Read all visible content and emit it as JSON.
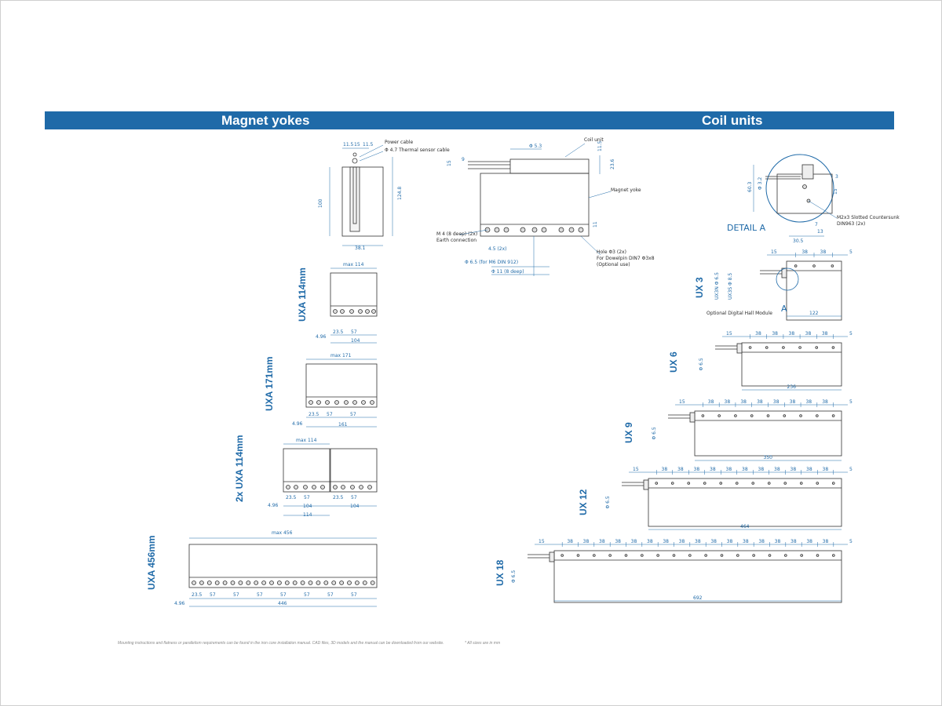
{
  "header": {
    "left_title": "Magnet yokes",
    "right_title": "Coil units"
  },
  "colors": {
    "accent": "#1f6aa8",
    "outline": "#333333"
  },
  "magnet_yokes": {
    "top_view": {
      "callouts": [
        "Power cable",
        "Φ 4.7 Thermal sensor cable"
      ],
      "dims": [
        "11.5",
        "15",
        "11.5",
        "100",
        "124.8",
        "38.1"
      ]
    },
    "side_view": {
      "callouts": [
        "Coil unit",
        "Magnet yoke",
        "M 4 (8 deep) (2x)",
        "Earth connection",
        "Hole Φ3 (2x)",
        "For Dowelpin DIN7 Φ3x8",
        "(Optional use)"
      ],
      "dims": [
        "Φ 5.3",
        "11.5",
        "23.6",
        "9",
        "15",
        "11",
        "4.5 (2x)",
        "Φ 6.5 (for M6 DIN 912)",
        "Φ 11 (8 deep)"
      ]
    },
    "variants": [
      {
        "label": "UXA 114mm",
        "max": "max 114",
        "dims": [
          "4.96",
          "23.5",
          "57",
          "104"
        ]
      },
      {
        "label": "UXA 171mm",
        "max": "max 171",
        "dims": [
          "4.96",
          "23.5",
          "57",
          "57",
          "161"
        ]
      },
      {
        "label": "2x UXA 114mm",
        "max": "max 114",
        "dims": [
          "4.96",
          "23.5",
          "57",
          "104",
          "23.5",
          "57",
          "104",
          "114"
        ]
      },
      {
        "label": "UXA 456mm",
        "max": "max 456",
        "dims": [
          "4.96",
          "23.5",
          "57",
          "57",
          "57",
          "57",
          "57",
          "57",
          "57",
          "446"
        ]
      }
    ]
  },
  "coil_units": {
    "detail": {
      "title": "DETAIL A",
      "callouts": [
        "M2x3 Slotted Countersunk",
        "DIN963 (2x)"
      ],
      "dims": [
        "60.3",
        "Φ 3.2",
        "3",
        "15",
        "7",
        "13",
        "30.5"
      ]
    },
    "ux3_annotations": [
      "UX3N Φ 6.5",
      "UX3S Φ 8.5",
      "Optional Digital Hall Module",
      "A"
    ],
    "units": [
      {
        "label": "UX 3",
        "width": "122",
        "phi": ""
      },
      {
        "label": "UX 6",
        "width": "236",
        "phi": "Φ 6.5"
      },
      {
        "label": "UX 9",
        "width": "350",
        "phi": "Φ 6.5"
      },
      {
        "label": "UX 12",
        "width": "464",
        "phi": "Φ 6.5"
      },
      {
        "label": "UX 18",
        "width": "692",
        "phi": "Φ 6.5"
      }
    ],
    "pitch": {
      "start": "15",
      "step": "38",
      "end": "5"
    }
  },
  "footer": {
    "note": "Mounting instructions and flatness or parallelism requirements can be found in the iron core installation manual. CAD files, 3D models and the manual can be downloaded from our website.",
    "units_note": "* All sizes are in mm"
  }
}
